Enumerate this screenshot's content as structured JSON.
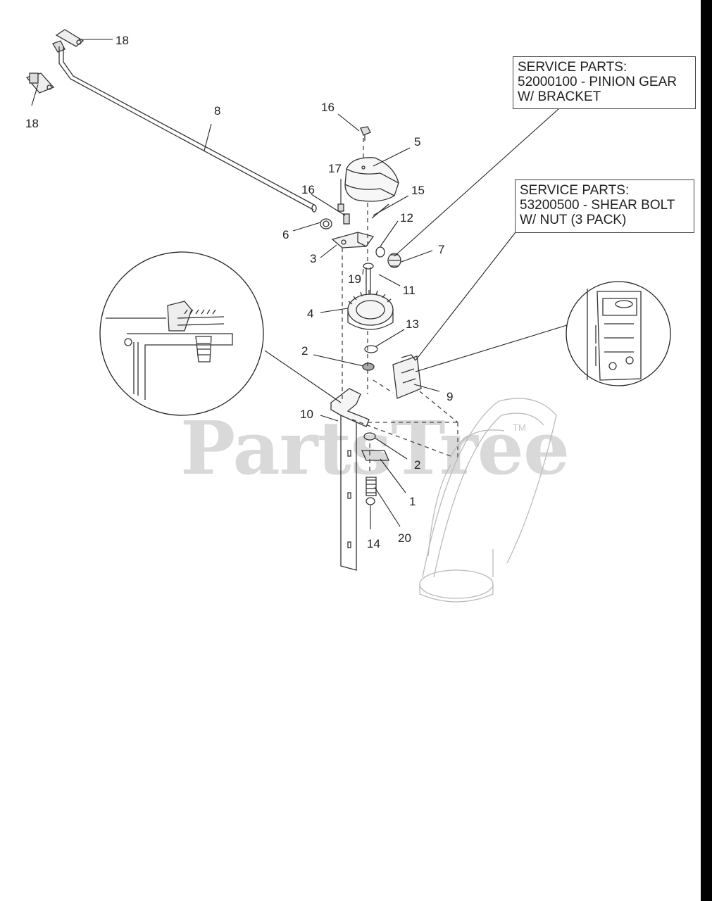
{
  "callouts": {
    "pinion": [
      "SERVICE PARTS:",
      "52000100 - PINION GEAR",
      "W/ BRACKET"
    ],
    "shear": [
      "SERVICE PARTS:",
      "53200500 - SHEAR BOLT",
      "W/ NUT (3 PACK)"
    ]
  },
  "watermark": "PartsTree",
  "trademark": "TM",
  "labels": {
    "l18a": "18",
    "l18b": "18",
    "l8": "8",
    "l16a": "16",
    "l5": "5",
    "l17": "17",
    "l16b": "16",
    "l15": "15",
    "l6": "6",
    "l12": "12",
    "l3": "3",
    "l7": "7",
    "l19": "19",
    "l11": "11",
    "l4": "4",
    "l13": "13",
    "l2a": "2",
    "l9": "9",
    "l10": "10",
    "l2b": "2",
    "l1": "1",
    "l20": "20",
    "l14": "14"
  }
}
